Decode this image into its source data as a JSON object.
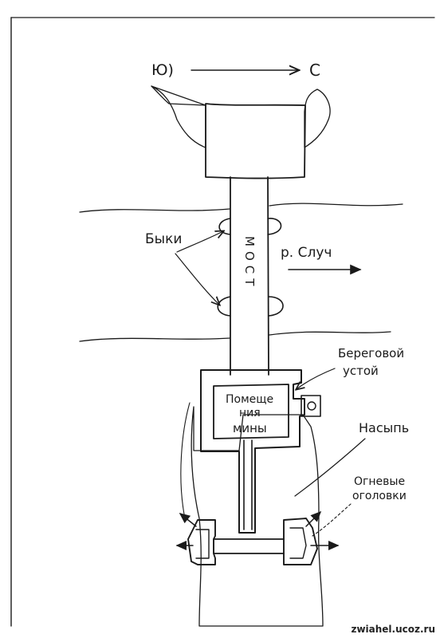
{
  "compass": {
    "south": "Ю)",
    "north": "С"
  },
  "labels": {
    "piers": "Быки",
    "bridge": "МОСТ",
    "river": "р. Случ",
    "abutment_line1": "Береговой",
    "abutment_line2": "устой",
    "mine_line1": "Помеще",
    "mine_line2": "ния",
    "mine_line3": "мины",
    "embankment": "Насыпь",
    "firing_line1": "Огневые",
    "firing_line2": "оголовки"
  },
  "watermark": "zwiahel.ucoz.ru"
}
